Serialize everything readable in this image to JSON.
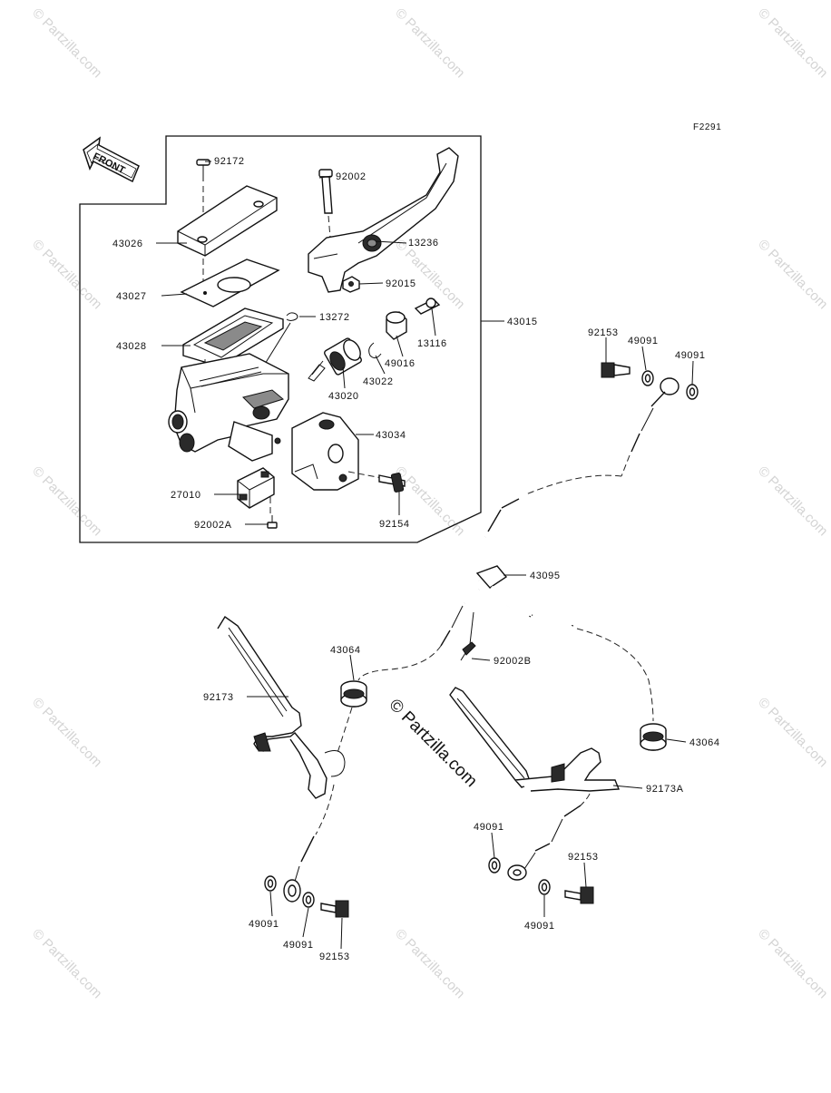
{
  "figure_code": "F2291",
  "front_label": "FRONT",
  "center_watermark": "© Partzilla.com",
  "corner_watermark": "© Partzilla.com",
  "part_labels": {
    "p92172": "92172",
    "p92002": "92002",
    "p43026": "43026",
    "p13236": "13236",
    "p43027": "43027",
    "p92015": "92015",
    "p13272": "13272",
    "p43015": "43015",
    "p43028": "43028",
    "p13116": "13116",
    "p49016": "49016",
    "p43022": "43022",
    "p43020": "43020",
    "p43034": "43034",
    "p27010": "27010",
    "p92002A": "92002A",
    "p92154": "92154",
    "p92153_top": "92153",
    "p49091_top_a": "49091",
    "p49091_top_b": "49091",
    "p43095": "43095",
    "p43064_left": "43064",
    "p92002B": "92002B",
    "p92173": "92173",
    "p43064_right": "43064",
    "p92173A": "92173A",
    "p49091_mid": "49091",
    "p92153_right": "92153",
    "p49091_bl_a": "49091",
    "p49091_bl_b": "49091",
    "p92153_bl": "92153",
    "p49091_br": "49091"
  }
}
